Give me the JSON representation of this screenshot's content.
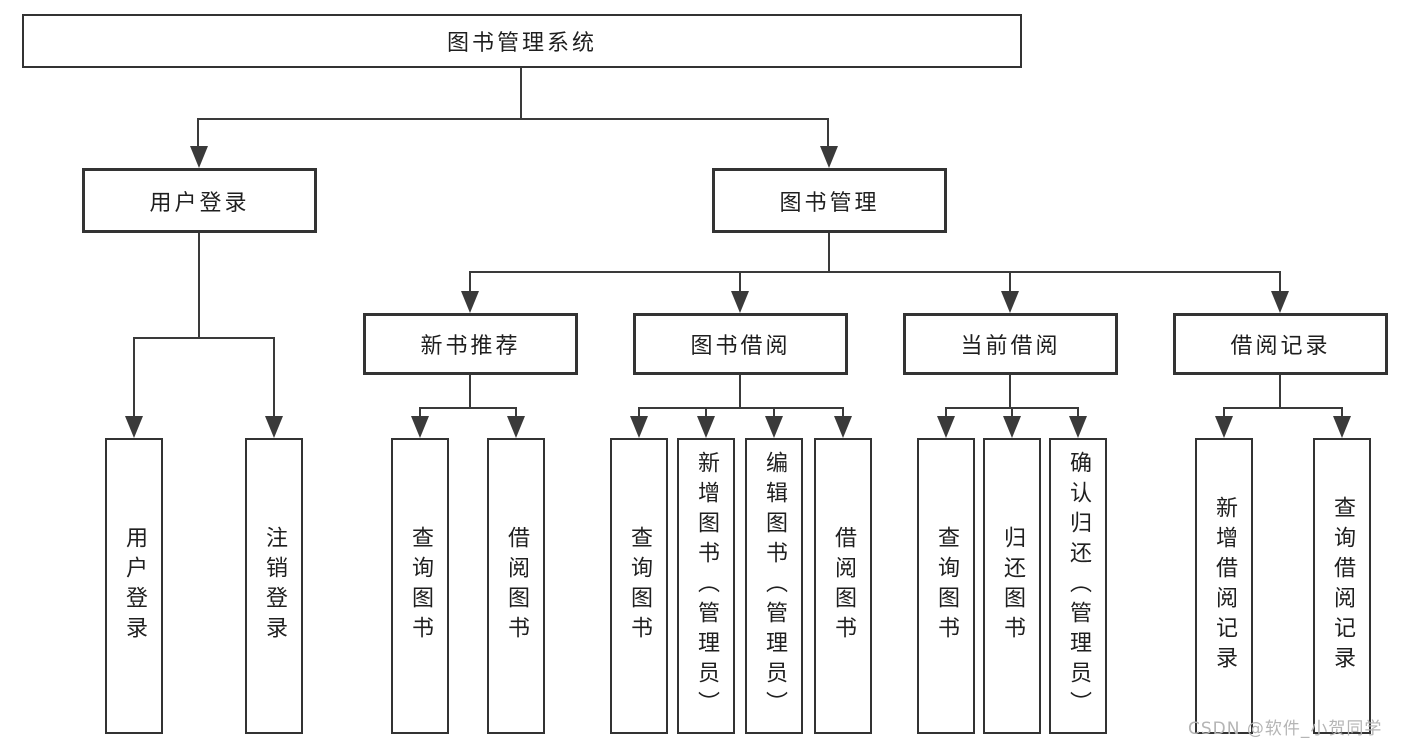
{
  "tree": {
    "root": {
      "label": "图书管理系统"
    },
    "branches": [
      {
        "label": "用户登录",
        "children": [
          {
            "label": "用户登录"
          },
          {
            "label": "注销登录"
          }
        ]
      },
      {
        "label": "图书管理",
        "children": [
          {
            "label": "新书推荐",
            "children": [
              {
                "label": "查询图书"
              },
              {
                "label": "借阅图书"
              }
            ]
          },
          {
            "label": "图书借阅",
            "children": [
              {
                "label": "查询图书"
              },
              {
                "label": "新增图书（管理员）"
              },
              {
                "label": "编辑图书（管理员）"
              },
              {
                "label": "借阅图书"
              }
            ]
          },
          {
            "label": "当前借阅",
            "children": [
              {
                "label": "查询图书"
              },
              {
                "label": "归还图书"
              },
              {
                "label": "确认归还（管理员）"
              }
            ]
          },
          {
            "label": "借阅记录",
            "children": [
              {
                "label": "新增借阅记录"
              },
              {
                "label": "查询借阅记录"
              }
            ]
          }
        ]
      }
    ]
  },
  "watermark": {
    "text": "CSDN @软件_小贺同学",
    "color": "#b5b5b5"
  },
  "colors": {
    "line": "#3a3a3a",
    "box_border": "#333333",
    "background": "#ffffff",
    "text": "#1f1f1f"
  }
}
